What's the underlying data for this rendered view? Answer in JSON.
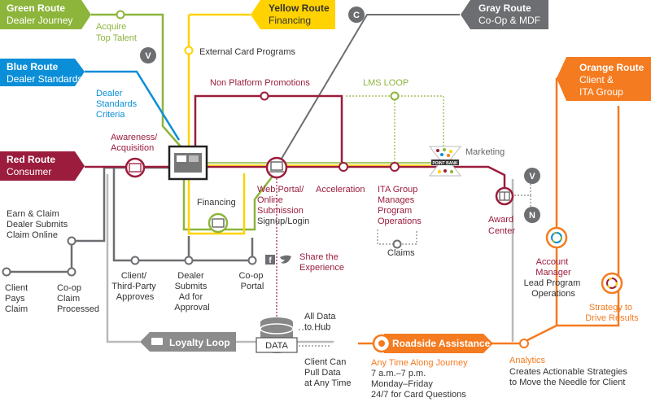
{
  "colors": {
    "green": "#8db53c",
    "yellow": "#ffd200",
    "gray": "#6d6e71",
    "blue": "#0a8ed8",
    "red": "#9b1c3c",
    "orange": "#f47b20",
    "loyalty": "#8c8c8c"
  },
  "routes": {
    "green": {
      "title": "Green Route",
      "subtitle": "Dealer Journey"
    },
    "yellow": {
      "title": "Yellow Route",
      "subtitle": "Financing"
    },
    "gray": {
      "title": "Gray Route",
      "subtitle": "Co-Op & MDF",
      "badge": "C"
    },
    "blue": {
      "title": "Blue Route",
      "subtitle": "Dealer Standards"
    },
    "red": {
      "title": "Red Route",
      "subtitle": "Consumer"
    },
    "orange": {
      "title": "Orange Route",
      "subtitle": "Client &",
      "subtitle2": "ITA Group"
    }
  },
  "badges": {
    "v_top": "V",
    "v_right": "V",
    "n_right": "N"
  },
  "stations": {
    "acquire": [
      "Acquire",
      "Top Talent"
    ],
    "external": "External Card Programs",
    "standards": [
      "Dealer",
      "Standards",
      "Criteria"
    ],
    "non_platform": "Non Platform Promotions",
    "lms": "LMS LOOP",
    "awareness": [
      "Awareness/",
      "Acquisition"
    ],
    "marketing": "Marketing",
    "point_bank": "POINT BANK",
    "financing": "Financing",
    "web_portal": [
      "Web Portal/",
      "Online",
      "Submission"
    ],
    "signup": "Signup/Login",
    "acceleration": "Acceleration",
    "ita_manages": [
      "ITA Group",
      "Manages",
      "Program",
      "Operations"
    ],
    "award": [
      "Award",
      "Center"
    ],
    "claims": "Claims",
    "earn_claim": [
      "Earn & Claim",
      "Dealer Submits",
      "Claim Online"
    ],
    "share": [
      "Share the",
      "Experience"
    ],
    "client_approves": [
      "Client/",
      "Third-Party",
      "Approves"
    ],
    "dealer_ad": [
      "Dealer",
      "Submits",
      "Ad for",
      "Approval"
    ],
    "coop_portal": [
      "Co-op",
      "Portal"
    ],
    "client_pays": [
      "Client",
      "Pays",
      "Claim"
    ],
    "coop_processed": [
      "Co-op",
      "Claim",
      "Processed"
    ],
    "account_manager": [
      "Account",
      "Manager"
    ],
    "lead_ops": [
      "Lead Program",
      "Operations"
    ],
    "strategy": [
      "Strategy to",
      "Drive Results"
    ],
    "all_data": [
      "All Data",
      "to Hub"
    ],
    "data": "DATA",
    "pull_data": [
      "Client Can",
      "Pull Data",
      "at Any Time"
    ],
    "loyalty_loop": "Loyalty Loop",
    "roadside": "Roadside Assistance",
    "any_time": "Any Time Along Journey",
    "hours": [
      "7 a.m.–7 p.m.",
      "Monday–Friday",
      "24/7 for Card Questions"
    ],
    "analytics": "Analytics",
    "strategies": [
      "Creates Actionable Strategies",
      "to Move the Needle for Client"
    ]
  }
}
